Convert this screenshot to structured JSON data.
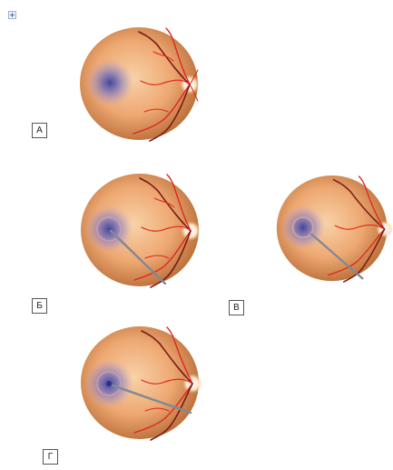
{
  "panels": [
    {
      "id": "a",
      "label": "А"
    },
    {
      "id": "b",
      "label": "Б"
    },
    {
      "id": "v",
      "label": "В"
    },
    {
      "id": "g",
      "label": "Г"
    }
  ],
  "colors": {
    "fundus_center": "#f8d2a8",
    "fundus_mid": "#eea872",
    "fundus_edge": "#b66a34",
    "macula": "#6f6cb8",
    "artery": "#e0261f",
    "vein": "#7b1a16",
    "needle": "#7f8996"
  },
  "icons": {
    "handle": "move-handle-icon"
  }
}
